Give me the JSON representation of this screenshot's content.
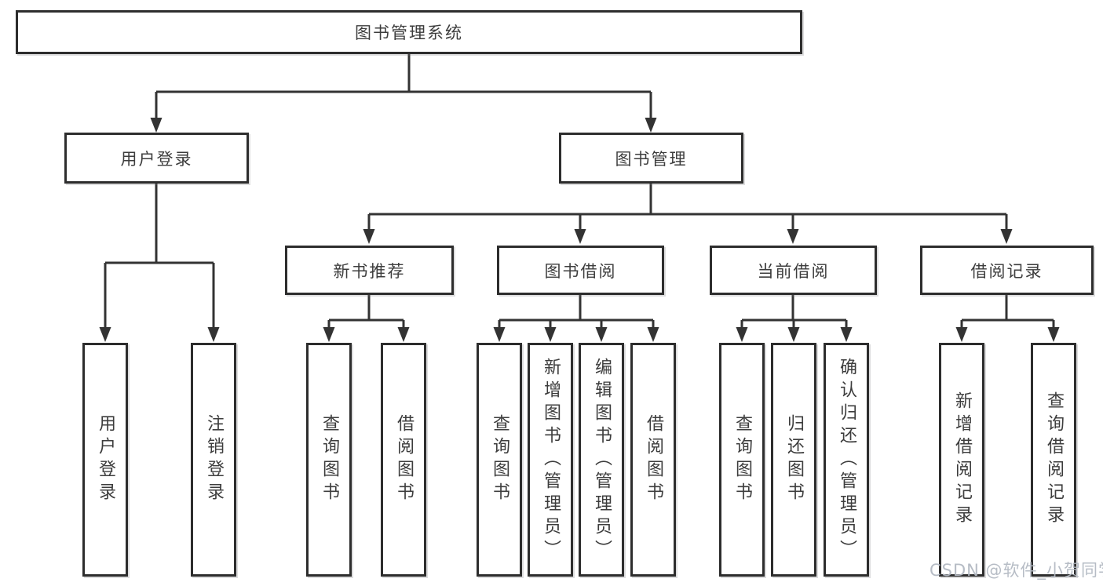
{
  "diagram": {
    "root": {
      "label": "图书管理系统"
    },
    "level2": [
      {
        "label": "用户登录"
      },
      {
        "label": "图书管理"
      }
    ],
    "level3": [
      {
        "label": "新书推荐",
        "parent": "图书管理"
      },
      {
        "label": "图书借阅",
        "parent": "图书管理"
      },
      {
        "label": "当前借阅",
        "parent": "图书管理"
      },
      {
        "label": "借阅记录",
        "parent": "图书管理"
      }
    ],
    "leaves": [
      {
        "label": "用户登录",
        "parent": "用户登录"
      },
      {
        "label": "注销登录",
        "parent": "用户登录"
      },
      {
        "label": "查询图书",
        "parent": "新书推荐"
      },
      {
        "label": "借阅图书",
        "parent": "新书推荐"
      },
      {
        "label": "查询图书",
        "parent": "图书借阅"
      },
      {
        "label": "新增图书（管理员）",
        "parent": "图书借阅"
      },
      {
        "label": "编辑图书（管理员）",
        "parent": "图书借阅"
      },
      {
        "label": "借阅图书",
        "parent": "图书借阅"
      },
      {
        "label": "查询图书",
        "parent": "当前借阅"
      },
      {
        "label": "归还图书",
        "parent": "当前借阅"
      },
      {
        "label": "确认归还（管理员）",
        "parent": "当前借阅"
      },
      {
        "label": "新增借阅记录",
        "parent": "借阅记录"
      },
      {
        "label": "查询借阅记录",
        "parent": "借阅记录"
      }
    ],
    "watermark": "CSDN @软件_小贺同学",
    "colors": {
      "line": "#333333",
      "box_border": "#2d2d2d",
      "text": "#3d3d3d",
      "background": "#ffffff",
      "watermark": "#b2b8c2"
    }
  }
}
